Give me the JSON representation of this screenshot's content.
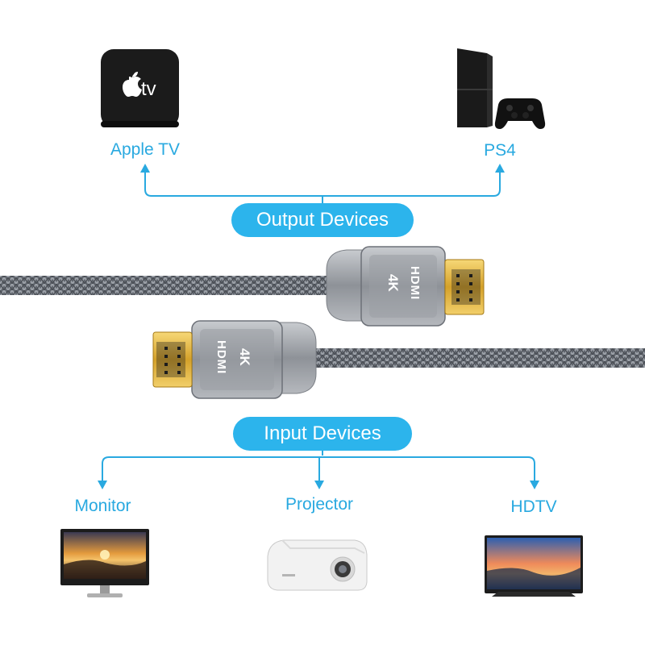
{
  "colors": {
    "accent": "#29a9e0",
    "pill_bg": "#2cb4ec",
    "cable": "#6e737b",
    "connector": "#a0a4aa",
    "gold": "#e0b53a",
    "device_dark": "#1b1b1b"
  },
  "output": {
    "title": "Output Devices",
    "devices": [
      {
        "label": "Apple TV",
        "logo_text": "tv",
        "icon": "apple-tv-icon"
      },
      {
        "label": "PS4",
        "icon": "ps4-console-icon"
      }
    ]
  },
  "input": {
    "title": "Input Devices",
    "devices": [
      {
        "label": "Monitor",
        "icon": "monitor-icon"
      },
      {
        "label": "Projector",
        "icon": "projector-icon"
      },
      {
        "label": "HDTV",
        "icon": "hdtv-icon"
      }
    ]
  },
  "cable": {
    "brand_text": "HDMI",
    "resolution_text": "4K"
  }
}
